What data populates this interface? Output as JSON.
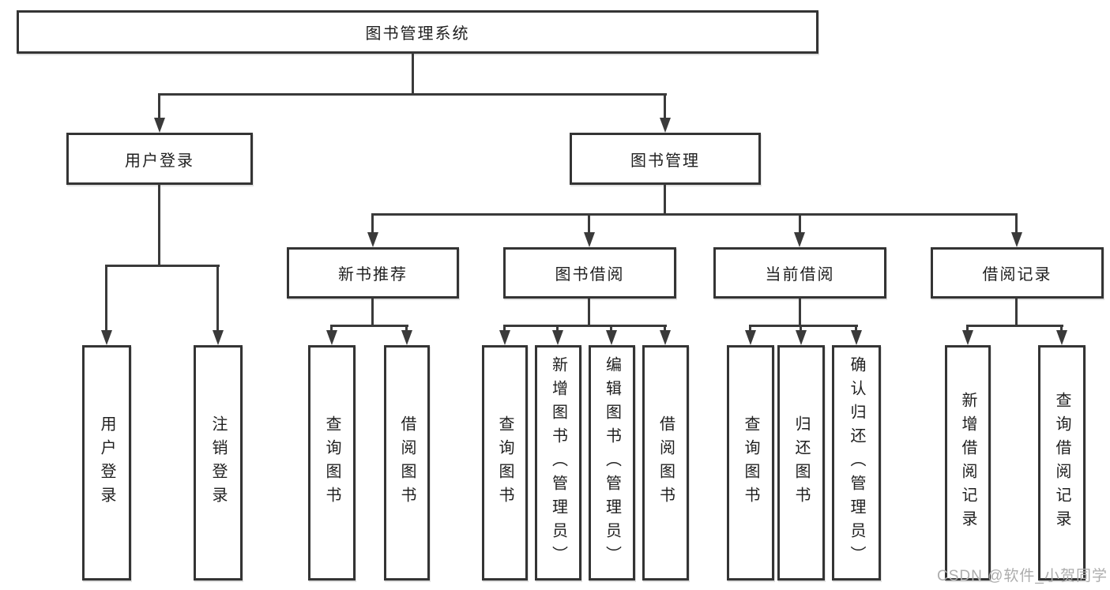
{
  "diagram": {
    "type": "hierarchy-tree",
    "levels": 4,
    "colors": {
      "background": "#ffffff",
      "box_border": "#343434",
      "connector_line": "#3a3a3a",
      "text": "#1f1f1f",
      "watermark_text": "#adadad"
    }
  },
  "nodes": {
    "root": {
      "label": "图书管理系统"
    },
    "l2": [
      {
        "label": "用户登录"
      },
      {
        "label": "图书管理"
      }
    ],
    "l3": [
      {
        "label": "新书推荐"
      },
      {
        "label": "图书借阅"
      },
      {
        "label": "当前借阅"
      },
      {
        "label": "借阅记录"
      }
    ],
    "l4": [
      {
        "label": "用户登录",
        "parent": "用户登录"
      },
      {
        "label": "注销登录",
        "parent": "用户登录"
      },
      {
        "label": "查询图书",
        "parent": "新书推荐"
      },
      {
        "label": "借阅图书",
        "parent": "新书推荐"
      },
      {
        "label": "查询图书",
        "parent": "图书借阅"
      },
      {
        "label": "新增图书（管理员）",
        "parent": "图书借阅"
      },
      {
        "label": "编辑图书（管理员）",
        "parent": "图书借阅"
      },
      {
        "label": "借阅图书",
        "parent": "图书借阅"
      },
      {
        "label": "查询图书",
        "parent": "当前借阅"
      },
      {
        "label": "归还图书",
        "parent": "当前借阅"
      },
      {
        "label": "确认归还（管理员）",
        "parent": "当前借阅"
      },
      {
        "label": "新增借阅记录",
        "parent": "借阅记录"
      },
      {
        "label": "查询借阅记录",
        "parent": "借阅记录"
      }
    ]
  },
  "watermark": {
    "text": "CSDN @软件_小贺同学"
  }
}
